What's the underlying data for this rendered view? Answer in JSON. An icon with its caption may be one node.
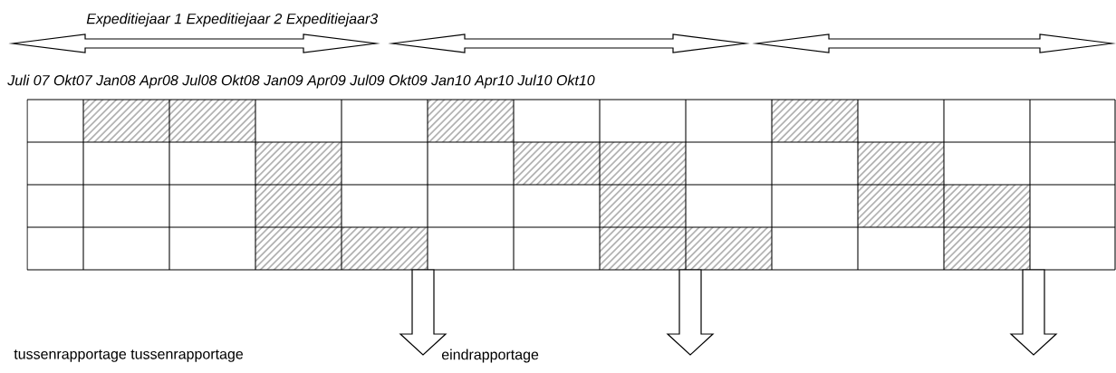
{
  "diagram": {
    "labels": [
      "Expeditiejaar 1",
      "Expeditiejaar 2",
      "Expeditiejaar3",
      "Juli 07",
      "Okt07",
      "Jan08",
      "Apr08",
      "Jul08",
      "Okt08",
      "Jan09",
      "Apr09",
      "Jul09",
      "Okt09",
      "Jan10",
      "Apr10",
      "Jul10",
      "Okt10",
      "tussenrapportage",
      "tussenrapportage",
      "eindrapportage"
    ]
  }
}
